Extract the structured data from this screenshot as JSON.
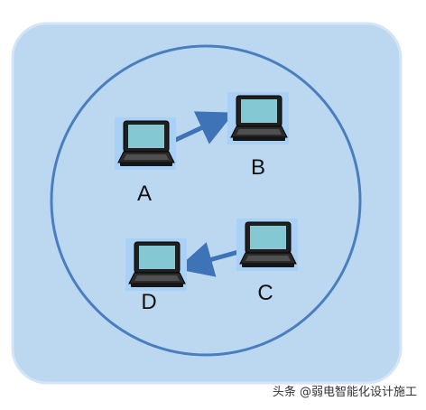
{
  "diagram": {
    "nodes": [
      {
        "id": "A",
        "label": "A"
      },
      {
        "id": "B",
        "label": "B"
      },
      {
        "id": "C",
        "label": "C"
      },
      {
        "id": "D",
        "label": "D"
      }
    ],
    "edges": [
      {
        "from": "A",
        "to": "B"
      },
      {
        "from": "C",
        "to": "D"
      }
    ],
    "node_icon": "laptop-icon",
    "colors": {
      "background_box": "#bcd8f1",
      "box_border": "#d3e5f6",
      "ring": "#4a7fbf",
      "arrow": "#3f73b7",
      "icon_highlight": "#a9d0f5",
      "screen": "#83c8d2"
    }
  },
  "watermark": "头条 @弱电智能化设计施工"
}
